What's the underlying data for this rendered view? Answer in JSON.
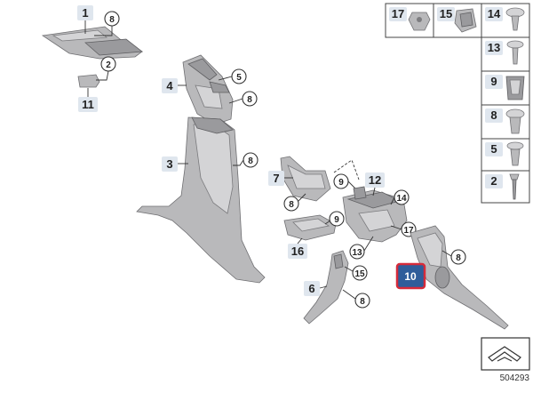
{
  "diagram_id": "504293",
  "highlight_color": "#d62b3a",
  "highlight_fill": "#2f5d9a",
  "callouts": {
    "c1": "1",
    "c2": "2",
    "c3": "3",
    "c4": "4",
    "c5": "5",
    "c6": "6",
    "c7": "7",
    "c8": "8",
    "c9": "9",
    "c10": "10",
    "c11": "11",
    "c12": "12",
    "c13": "13",
    "c14": "14",
    "c15": "15",
    "c16": "16",
    "c17": "17"
  },
  "legend_top": [
    "17",
    "15",
    "14"
  ],
  "legend_side": [
    "13",
    "9",
    "8",
    "5",
    "2"
  ]
}
